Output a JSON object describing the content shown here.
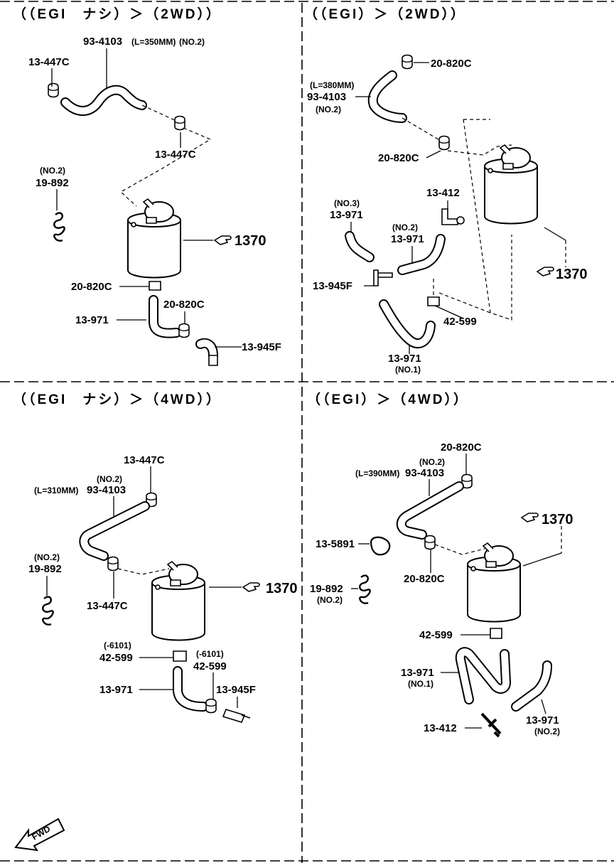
{
  "q1": {
    "title": "（（EGI　ナシ）＞（2WD））",
    "l_13447c_a": "13-447C",
    "l_934103": "93-4103",
    "l_934103_len": "(L=350MM)",
    "l_934103_no": "(NO.2)",
    "l_13447c_b": "13-447C",
    "l_19892_no": "(NO.2)",
    "l_19892": "19-892",
    "l_1370": "1370",
    "l_20820c_a": "20-820C",
    "l_20820c_b": "20-820C",
    "l_13971": "13-971",
    "l_13945f": "13-945F"
  },
  "q2": {
    "title": "（（EGI）＞（2WD））",
    "l_20820c_a": "20-820C",
    "l_934103_len": "(L=380MM)",
    "l_934103": "93-4103",
    "l_934103_no": "(NO.2)",
    "l_20820c_b": "20-820C",
    "l_13412": "13-412",
    "l_13971_no3": "(NO.3)",
    "l_13971_a": "13-971",
    "l_13971_no2": "(NO.2)",
    "l_13971_b": "13-971",
    "l_1370": "1370",
    "l_13945f": "13-945F",
    "l_42599": "42-599",
    "l_13971_c": "13-971",
    "l_13971_no1": "(NO.1)"
  },
  "q3": {
    "title": "（（EGI　ナシ）＞（4WD））",
    "l_13447c_a": "13-447C",
    "l_934103_no": "(NO.2)",
    "l_934103_len": "(L=310MM)",
    "l_934103": "93-4103",
    "l_19892_no": "(NO.2)",
    "l_19892": "19-892",
    "l_13447c_b": "13-447C",
    "l_1370": "1370",
    "l_42599_a_note": "(-6101)",
    "l_42599_a": "42-599",
    "l_42599_b_note": "(-6101)",
    "l_42599_b": "42-599",
    "l_13971": "13-971",
    "l_13945f": "13-945F",
    "fwd": "FWD"
  },
  "q4": {
    "title": "（（EGI）＞（4WD））",
    "l_20820c_a": "20-820C",
    "l_934103_no": "(NO.2)",
    "l_934103_len": "(L=390MM)",
    "l_934103": "93-4103",
    "l_1370": "1370",
    "l_135891": "13-5891",
    "l_20820c_b": "20-820C",
    "l_19892": "19-892",
    "l_19892_no": "(NO.2)",
    "l_42599": "42-599",
    "l_13971_a": "13-971",
    "l_13971_no1": "(NO.1)",
    "l_13412": "13-412",
    "l_13971_b": "13-971",
    "l_13971_no2": "(NO.2)"
  },
  "icons": {
    "arrow_ref": "hand-pointer-icon",
    "fwd_arrow": "fwd-arrow-icon"
  }
}
